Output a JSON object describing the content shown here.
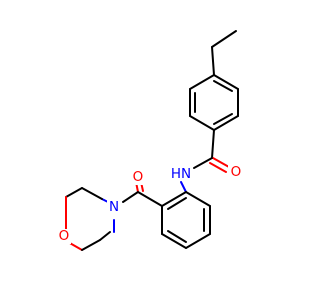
{
  "molecule": {
    "colors": {
      "carbon": "#000000",
      "nitrogen": "#0000ff",
      "oxygen": "#ff0000"
    },
    "atom_labels": {
      "amide_nh": "N",
      "amide_h": "H",
      "amide_o": "O",
      "ketone_o": "O",
      "morpholine_n": "N",
      "morpholine_o": "O"
    }
  }
}
